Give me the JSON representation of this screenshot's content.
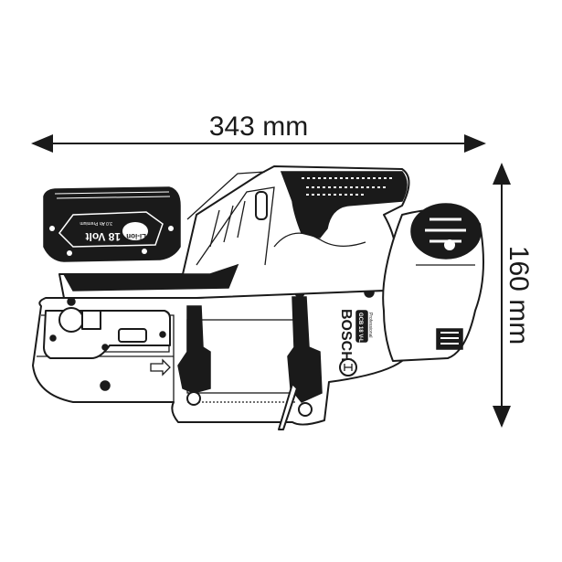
{
  "dimensions": {
    "length": "343 mm",
    "height": "160 mm"
  },
  "battery": {
    "voltage": "18 Volt",
    "capacity": "3.0 Ah Premium",
    "badge": "Li-ion"
  },
  "tool": {
    "brand": "BOSCH",
    "model": "GCB 18 V-LI",
    "series": "Professional"
  },
  "colors": {
    "line": "#1a1a1a",
    "background": "#ffffff"
  }
}
